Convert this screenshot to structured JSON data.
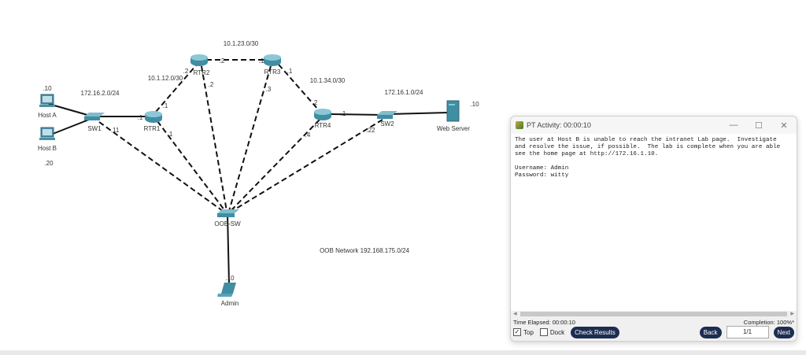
{
  "topology": {
    "nodes": {
      "host_a": "Host A",
      "host_b": "Host B",
      "sw1": "SW1",
      "rtr1": "RTR1",
      "rtr2": "RTR2",
      "rtr3": "RTR3",
      "rtr4": "RTR4",
      "sw2": "SW2",
      "web_server": "Web Server",
      "oob_sw": "OOB-SW",
      "admin": "Admin"
    },
    "labels": {
      "host_a_ip": ".10",
      "host_b_ip": ".20",
      "lan2": "172.16.2.0/24",
      "sw1_oob": ".11",
      "rtr1_g": ".1",
      "rtr1_r2": ".1",
      "rtr1_oob": ".1",
      "net12": "10.1.12.0/30",
      "rtr2_r1": ".2",
      "rtr2_r3": ".2",
      "rtr2_oob": ".2",
      "net23": "10.1.23.0/30",
      "rtr3_r2": ".1",
      "rtr3_r4": ".1",
      "rtr3_oob": ".3",
      "net34": "10.1.34.0/30",
      "rtr4_r3": ".2",
      "rtr4_oob": ".4",
      "rtr4_g": ".1",
      "sw2_oob": ".22",
      "lan1": "172.16.1.0/24",
      "server_ip": ".10",
      "admin_ip": ".10",
      "oob_net": "OOB Network 192.168.175.0/24"
    }
  },
  "activity": {
    "title": "PT Activity: 00:00:10",
    "icon": "packet-tracer-icon",
    "instructions": "The user at Host B is unable to reach the intranet Lab page.  Investigate\nand resolve the issue, if possible.  The lab is complete when you are able\nsee the home page at http://172.16.1.10.\n\nUsername: Admin\nPassword: witty",
    "time_elapsed": "Time Elapsed: 00:00:10",
    "completion": "Completion: 100%*",
    "top_label": "Top",
    "top_checked": true,
    "dock_label": "Dock",
    "dock_checked": false,
    "check_results": "Check Results",
    "back": "Back",
    "page": "1/1",
    "next": "Next",
    "check_mark": "✓",
    "minimize": "—",
    "maximize": "☐",
    "close": "✕"
  }
}
